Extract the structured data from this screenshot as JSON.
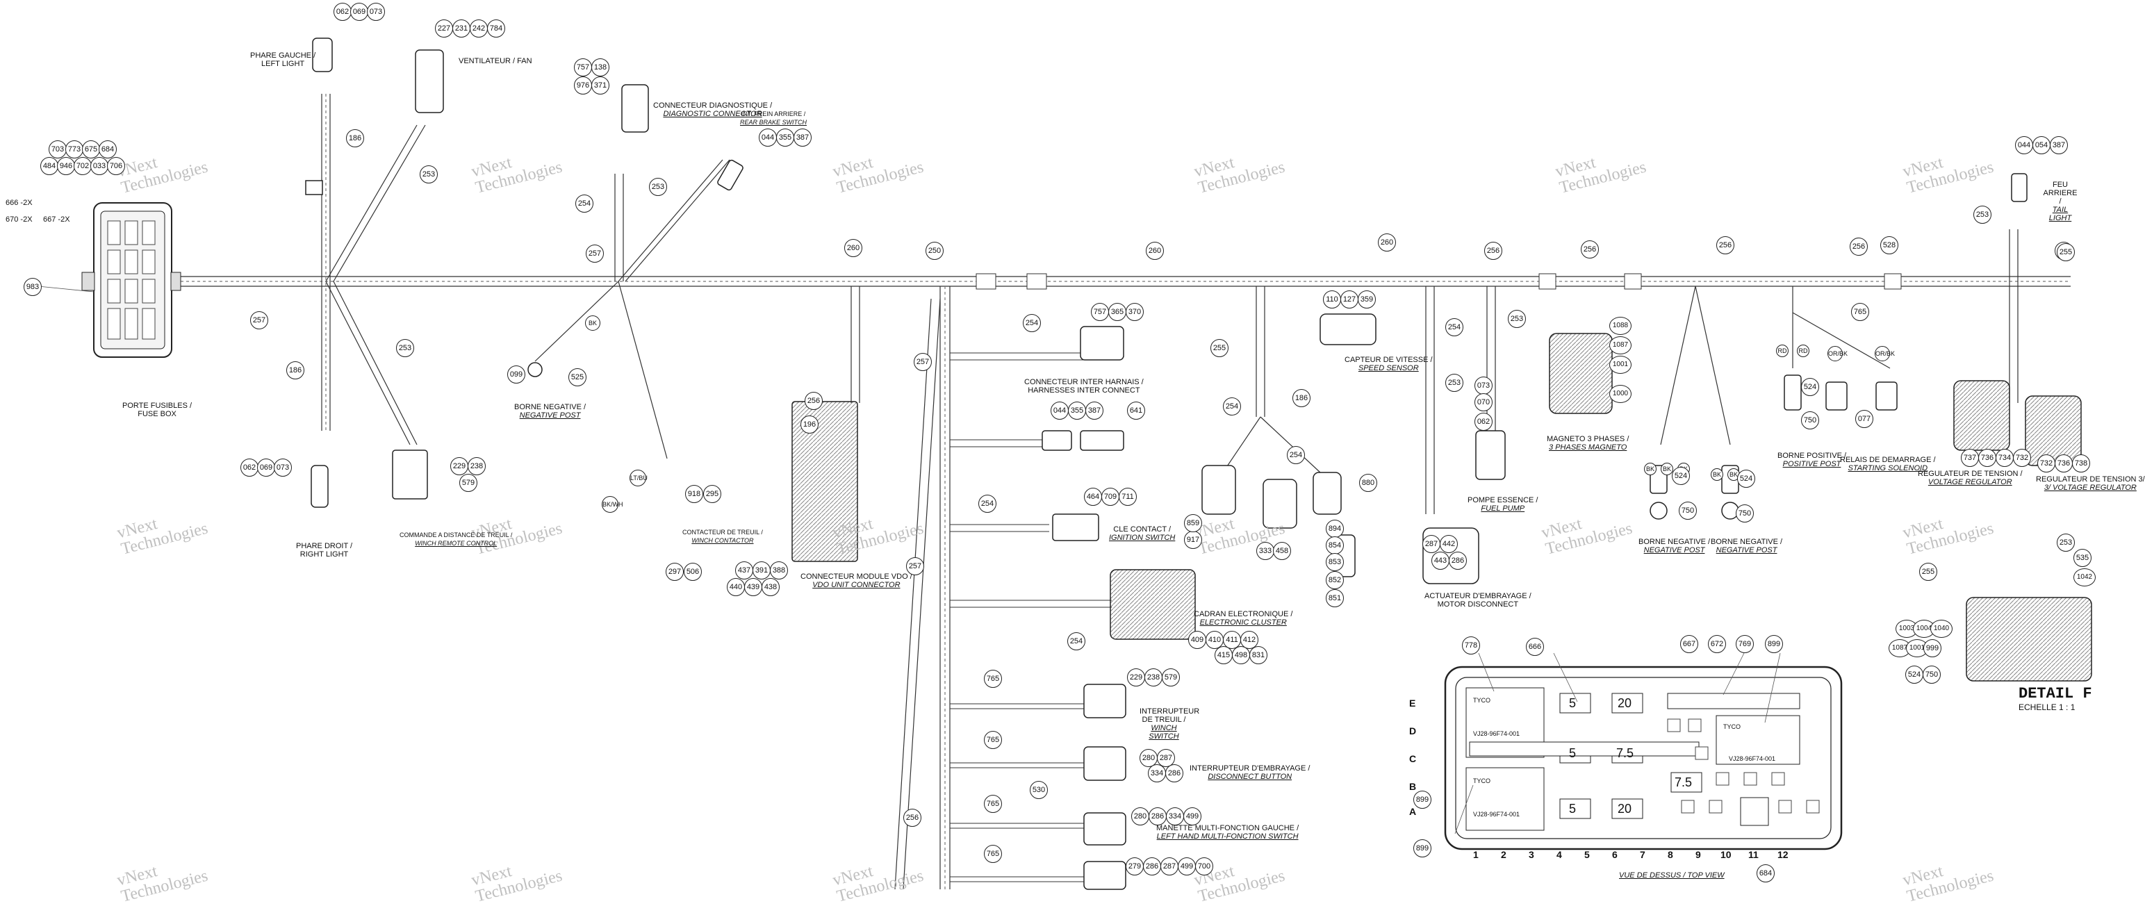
{
  "watermark": {
    "line1": "vNext",
    "line2": "Technologies",
    "full": "vNext Technologies"
  },
  "labels": {
    "phare_gauche": {
      "fr": "PHARE GAUCHE /",
      "en": "LEFT LIGHT"
    },
    "ventilateur": {
      "fr": "VENTILATEUR / FAN",
      "en": ""
    },
    "connecteur_diag": {
      "fr": "CONNECTEUR DIAGNOSTIQUE /",
      "en": "DIAGNOSTIC CONNECTOR"
    },
    "int_frein": {
      "fr": "INT. FREIN ARRIERE /",
      "en": "REAR BRAKE SWITCH"
    },
    "porte_fusibles": {
      "fr": "PORTE FUSIBLES /",
      "en": "FUSE BOX"
    },
    "borne_neg_1": {
      "fr": "BORNE NEGATIVE /",
      "en": "NEGATIVE POST"
    },
    "phare_droit": {
      "fr": "PHARE DROIT /",
      "en": "RIGHT LIGHT"
    },
    "commande_treuil": {
      "fr": "COMMANDE A DISTANCE DE TREUIL /",
      "en": "WINCH REMOTE CONTROL"
    },
    "contacteur_treuil": {
      "fr": "CONTACTEUR DE TREUIL /",
      "en": "WINCH CONTACTOR"
    },
    "connecteur_vdo": {
      "fr": "CONNECTEUR MODULE VDO /",
      "en": "VDO UNIT CONNECTOR"
    },
    "connecteur_inter": {
      "fr": "CONNECTEUR INTER HARNAIS /",
      "en": "HARNESSES INTER CONNECT"
    },
    "cle_contact": {
      "fr": "CLE CONTACT /",
      "en": "IGNITION SWITCH"
    },
    "cadran": {
      "fr": "CADRAN ELECTRONIQUE /",
      "en": "ELECTRONIC CLUSTER"
    },
    "interrupteur_treuil": {
      "fr": "INTERRUPTEUR DE TREUIL /",
      "en": "WINCH SWITCH"
    },
    "interrupteur_embrayage": {
      "fr": "INTERRUPTEUR D'EMBRAYAGE /",
      "en": "DISCONNECT BUTTON"
    },
    "manette_gauche": {
      "fr": "MANETTE MULTI-FONCTION GAUCHE /",
      "en": "LEFT HAND MULTI-FONCTION SWITCH"
    },
    "capteur_vitesse": {
      "fr": "CAPTEUR DE VITESSE /",
      "en": "SPEED SENSOR"
    },
    "actuateur": {
      "fr": "ACTUATEUR D'EMBRAYAGE /",
      "en": "MOTOR DISCONNECT"
    },
    "pompe_essence": {
      "fr": "POMPE ESSENCE /",
      "en": "FUEL PUMP"
    },
    "magneto": {
      "fr": "MAGNETO 3 PHASES /",
      "en": "3 PHASES MAGNETO"
    },
    "borne_neg_2": {
      "fr": "BORNE NEGATIVE /",
      "en": "NEGATIVE POST"
    },
    "borne_neg_3": {
      "fr": "BORNE NEGATIVE /",
      "en": "NEGATIVE POST"
    },
    "borne_pos": {
      "fr": "BORNE POSITIVE /",
      "en": "POSITIVE POST"
    },
    "relais": {
      "fr": "RELAIS DE DEMARRAGE /",
      "en": "STARTING SOLENOID"
    },
    "regulateur_1": {
      "fr": "REGULATEUR DE TENSION /",
      "en": "VOLTAGE REGULATOR"
    },
    "regulateur_2": {
      "fr": "REGULATEUR DE TENSION 3/",
      "en": "3/ VOLTAGE REGULATOR"
    },
    "feu_arriere": {
      "fr": "FEU ARRIERE /",
      "en": "TAIL LIGHT"
    },
    "vue_dessus": {
      "fr": "VUE DE DESSUS / TOP VIEW",
      "en": ""
    },
    "detail_f": "DETAIL F",
    "echelle": "ECHELLE 1 : 1",
    "tyco": "TYCO",
    "part_no": "VJ28-96F74-001",
    "bk": "BK",
    "bk_wt": "BK/WH",
    "lt_bu": "LT/BU",
    "rd": "RD",
    "or_bk": "OR/BK"
  },
  "fusebox_rows": [
    "E",
    "D",
    "C",
    "B",
    "A"
  ],
  "fusebox_cols": [
    "1",
    "2",
    "3",
    "4",
    "5",
    "6",
    "7",
    "8",
    "9",
    "10",
    "11",
    "12"
  ],
  "fuse_ratings": [
    "5",
    "20",
    "5",
    "7.5",
    "7.5",
    "5",
    "20"
  ],
  "bubbles": {
    "b062a": "062",
    "b069a": "069",
    "b073a": "073",
    "b227": "227",
    "b231": "231",
    "b242": "242",
    "b784": "784",
    "b757a": "757",
    "b138": "138",
    "b976": "976",
    "b371": "371",
    "b044a": "044",
    "b355a": "355",
    "b387a": "387",
    "b186a": "186",
    "b253a": "253",
    "b253b": "253",
    "b703": "703",
    "b773": "773",
    "b675": "675",
    "b684a": "684",
    "b484": "484",
    "b946": "946",
    "b702": "702",
    "b033": "033",
    "b706": "706",
    "b254a": "254",
    "b257a": "257",
    "b260a": "260",
    "b250": "250",
    "b260b": "260",
    "b260c": "260",
    "b256a": "256",
    "b256b": "256",
    "b256c": "256",
    "b256d": "256",
    "b528": "528",
    "b255a": "255",
    "b983": "983",
    "b257b": "257",
    "b186b": "186",
    "b253c": "253",
    "b099": "099",
    "b525": "525",
    "b062b": "062",
    "b069b": "069",
    "b073b": "073",
    "b229a": "229",
    "b238a": "238",
    "b579a": "579",
    "b918": "918",
    "b295": "295",
    "b297": "297",
    "b506": "506",
    "b256e": "256",
    "b196": "196",
    "b437": "437",
    "b391": "391",
    "b388": "388",
    "b440": "440",
    "b439": "439",
    "b438": "438",
    "b257c": "257",
    "b254b": "254",
    "b757b": "757",
    "b365": "365",
    "b370": "370",
    "b044b": "044",
    "b355b": "355",
    "b387b": "387",
    "b641": "641",
    "b254c": "254",
    "b464": "464",
    "b709": "709",
    "b711": "711",
    "b257d": "257",
    "b254d": "254",
    "b409": "409",
    "b410": "410",
    "b411": "411",
    "b412": "412",
    "b415": "415",
    "b498": "498",
    "b831": "831",
    "b765a": "765",
    "b229b": "229",
    "b238b": "238",
    "b579b": "579",
    "b765b": "765",
    "b530": "530",
    "b280a": "280",
    "b287": "287",
    "b334a": "334",
    "b286a": "286",
    "b765c": "765",
    "b256f": "256",
    "b280b": "280",
    "b286b": "286",
    "b334b": "334",
    "b499a": "499",
    "b765d": "765",
    "b279": "279",
    "b286c": "286",
    "b287b": "287",
    "b499b": "499",
    "b700": "700",
    "b255b": "255",
    "b254e": "254",
    "b186c": "186",
    "b254f": "254",
    "b880": "880",
    "b894": "894",
    "b854": "854",
    "b853": "853",
    "b852": "852",
    "b851": "851",
    "b333": "333",
    "b458": "458",
    "b917": "917",
    "b859": "859",
    "b110": "110",
    "b127": "127",
    "b359": "359",
    "b254g": "254",
    "b253d": "253",
    "b253e": "253",
    "b287c": "287",
    "b442": "442",
    "b443": "443",
    "b286d": "286",
    "b073c": "073",
    "b070": "070",
    "b062c": "062",
    "b1088": "1088",
    "b1087a": "1087",
    "b1001a": "1001",
    "b1000": "1000",
    "b524a": "524",
    "b750a": "750",
    "b524b": "524",
    "b750b": "750",
    "b765e": "765",
    "b524c": "524",
    "b750c": "750",
    "b077": "077",
    "b737": "737",
    "b736a": "736",
    "b734": "734",
    "b732a": "732",
    "b732b": "732",
    "b736b": "736",
    "b738": "738",
    "b044c": "044",
    "b054": "054",
    "b387c": "387",
    "b253f": "253",
    "b255c": "255",
    "b253g": "253",
    "b255d": "255",
    "b535": "535",
    "b1042": "1042",
    "b1003": "1003",
    "b1004": "1004",
    "b1040": "1040",
    "b1087b": "1087",
    "b1001b": "1001",
    "b999": "999",
    "b524d": "524",
    "b750d": "750",
    "b778": "778",
    "b666a": "666",
    "b667a": "667",
    "b672": "672",
    "b769": "769",
    "b899a": "899",
    "b899b": "899",
    "b899c": "899",
    "b684b": "684"
  },
  "fusebox_side": {
    "r1": "666",
    "s1": "-2X",
    "r2": "670",
    "s2": "-2X",
    "r3": "667",
    "s3": "-2X"
  }
}
